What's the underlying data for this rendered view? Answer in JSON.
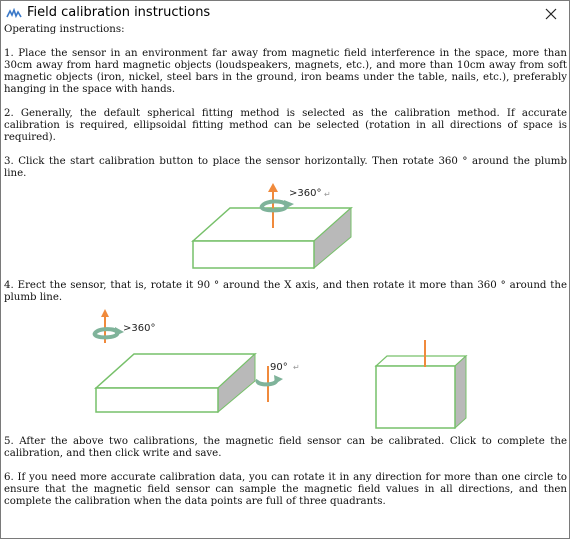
{
  "window": {
    "title": "Field calibration instructions",
    "icon": "app-logo-icon",
    "close_icon": "close-icon"
  },
  "content": {
    "heading": "Operating instructions:",
    "steps": [
      "1. Place the sensor in an environment far away from magnetic field interference in the space, more than 30cm away from hard magnetic objects (loudspeakers, magnets, etc.), and more than 10cm away from soft magnetic objects (iron, nickel, steel bars in the ground, iron beams under the table, nails, etc.), preferably hanging in the space with hands.",
      "2. Generally, the default spherical fitting method is selected as the calibration method. If accurate calibration is required, ellipsoidal fitting method can be selected (rotation in all directions of space is required).",
      "3. Click the start calibration button to place the sensor horizontally. Then rotate 360 ° around the plumb line.",
      "4. Erect the sensor, that is, rotate it 90 ° around the X axis, and then rotate it more than 360 ° around the plumb line.",
      "5. After the above two calibrations, the magnetic field sensor can be calibrated. Click to complete the calibration, and then click write and save.",
      "6. If you need more accurate calibration data, you can rotate it in any direction for more than one circle to ensure that the magnetic field sensor can sample the magnetic field values in all directions, and then complete the calibration when the data points are full of three quadrants."
    ],
    "figure1": {
      "rotation_label": ">360°",
      "mark": "↵"
    },
    "figure2": {
      "rotation_label": ">360°",
      "tilt_label": "90°",
      "mark": "↵"
    }
  },
  "colors": {
    "box_edge": "#77c06a",
    "box_side": "#b9b9b9",
    "arrow": "#f08a3c",
    "rotate_arrow": "#7fb39a"
  }
}
